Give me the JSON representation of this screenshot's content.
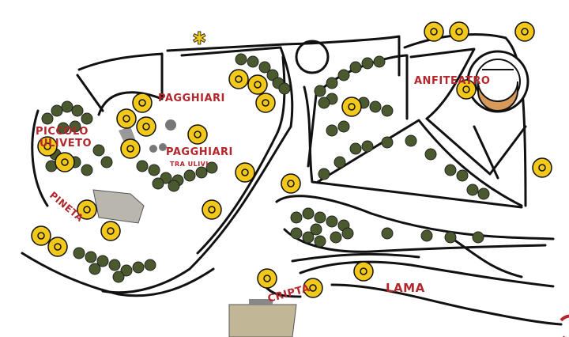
{
  "map": {
    "labels": {
      "piccolo": "PICCOLO",
      "uliveto": "ULIVETO",
      "pagghiari": "PAGGHIARI",
      "pagghiari2": "PAGGHIARI",
      "tra_ulivi": "TRA ULIVI",
      "anfiteatro": "ANFITEATRO",
      "pineta": "PINETA",
      "cripta": "CRIPTA",
      "lama": "LAMA"
    },
    "icons": [
      "motorbike-icon",
      "bicycle-icon",
      "restroom-icon",
      "medical-star-icon",
      "drink-icon",
      "food-icon",
      "ice-cream-icon",
      "restaurant-icon",
      "hotdog-icon",
      "playground-icon",
      "sign-icon",
      "wheelchair-icon",
      "camera-icon",
      "bench-icon",
      "car-icon",
      "tc-logo-icon"
    ],
    "colors": {
      "icon_fill": "#f2c81a",
      "tree": "#4a5a2e",
      "label_red": "#b3262b",
      "building": "#b9b3a0",
      "dome": "#d89a5a",
      "gray_area": "#b8b6ad"
    }
  }
}
